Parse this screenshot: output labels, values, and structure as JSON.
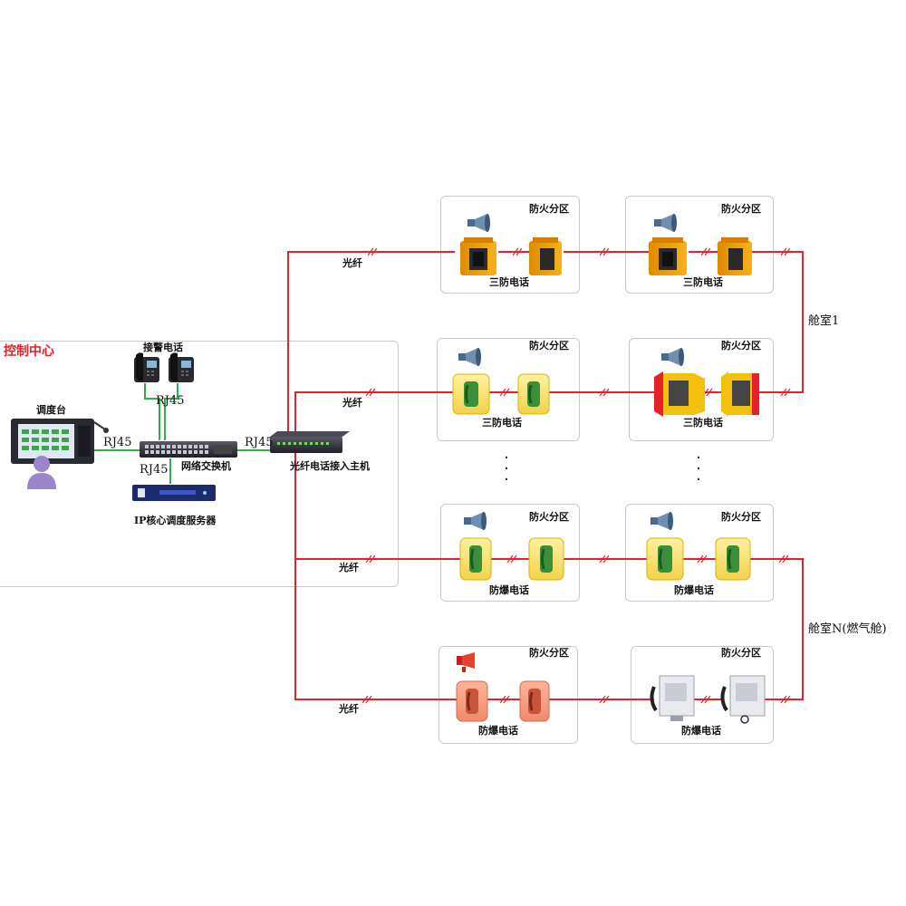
{
  "labels": {
    "control_center": "控制中心",
    "dispatch_console": "调度台",
    "alarm_phone": "接警电话",
    "rj45": "RJ45",
    "switch": "网络交换机",
    "ip_server": "IP核心调度服务器",
    "fiber_host": "光纤电话接入主机",
    "fiber": "光纤",
    "fire_zone": "防火分区",
    "cabin_1": "舱室1",
    "cabin_n": "舱室N(燃气舱)"
  },
  "zones": [
    {
      "title": "防火分区",
      "caption": "三防电话"
    },
    {
      "title": "防火分区",
      "caption": "三防电话"
    },
    {
      "title": "防火分区",
      "caption": "三防电话"
    },
    {
      "title": "防火分区",
      "caption": "三防电话"
    },
    {
      "title": "防火分区",
      "caption": "防爆电话"
    },
    {
      "title": "防火分区",
      "caption": "防爆电话"
    },
    {
      "title": "防火分区",
      "caption": "防爆电话"
    },
    {
      "title": "防火分区",
      "caption": "防爆电话"
    }
  ],
  "colors": {
    "fiber_line": "#e8202a",
    "ethernet_line": "#2fb04a",
    "control_center_title": "#e8202a"
  }
}
